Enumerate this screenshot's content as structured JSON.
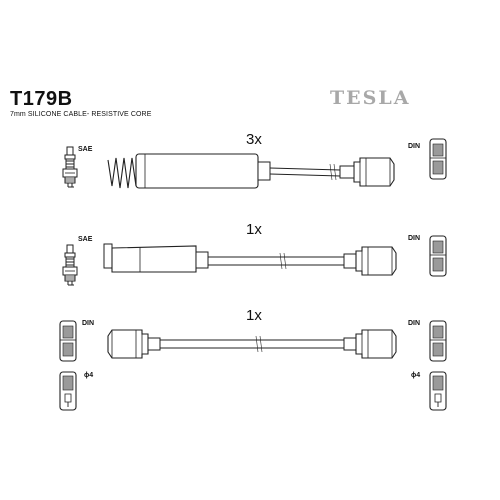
{
  "header": {
    "title": "T179B",
    "subtitle": "7mm SILICONE CABLE- RESISTIVE CORE",
    "brand": "TESLA"
  },
  "labels": {
    "sae": "SAE",
    "din": "DIN",
    "phi4": "ϕ4"
  },
  "rows": [
    {
      "quantity": "3x"
    },
    {
      "quantity": "1x"
    },
    {
      "quantity": "1x"
    }
  ],
  "colors": {
    "line": "#222222",
    "fill": "#ffffff",
    "shade": "#888888",
    "brand": "#a8a8a8"
  }
}
